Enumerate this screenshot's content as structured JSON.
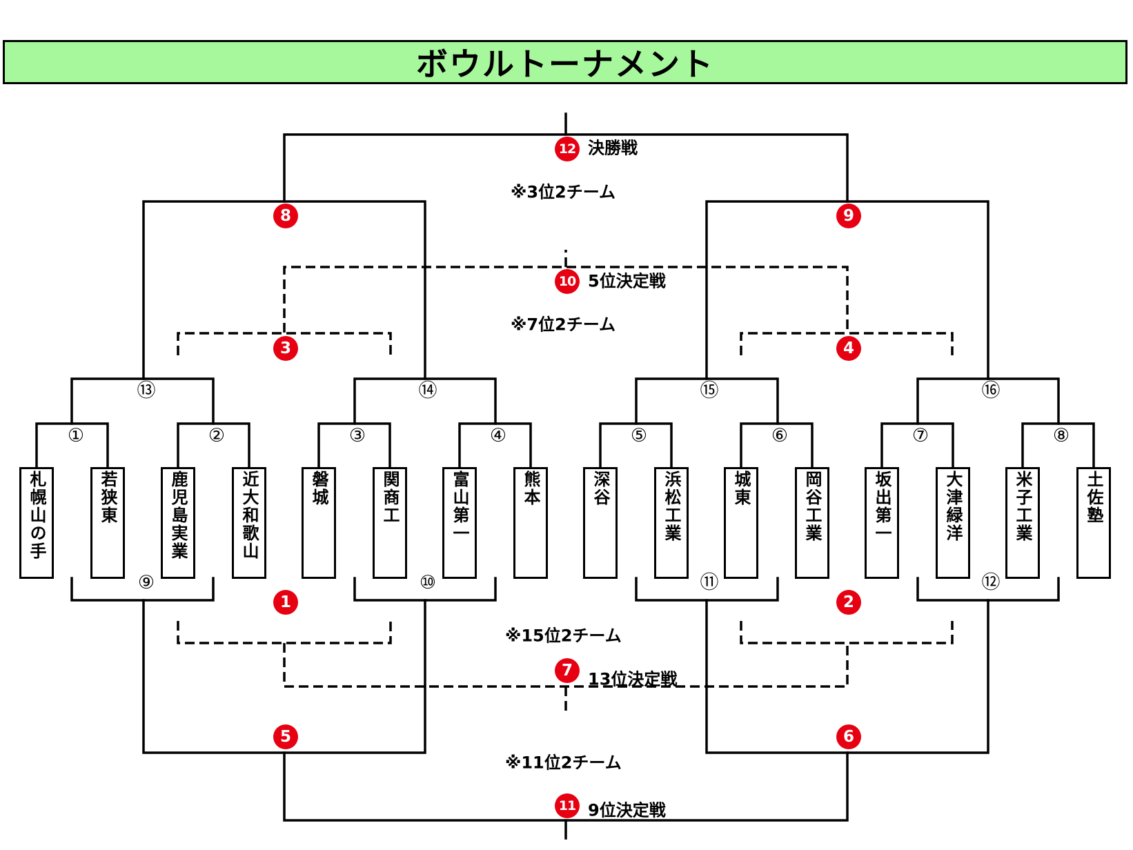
{
  "title": "ボウルトーナメント",
  "teams": [
    "札幌山の手",
    "若狭東",
    "鹿児島実業",
    "近大和歌山",
    "磐城",
    "関商工",
    "富山第一",
    "熊本",
    "深谷",
    "浜松工業",
    "城東",
    "岡谷工業",
    "坂出第一",
    "大津緑洋",
    "米子工業",
    "土佐塾"
  ],
  "first_round_matches": [
    "①",
    "②",
    "③",
    "④",
    "⑤",
    "⑥",
    "⑦",
    "⑧"
  ],
  "winners_quarterfinals": [
    "⑬",
    "⑭",
    "⑮",
    "⑯"
  ],
  "losers_second_round": [
    "⑨",
    "⑩",
    "⑪",
    "⑫"
  ],
  "semifinal_matches": [
    "8",
    "9"
  ],
  "final": {
    "number": "12",
    "label": "決勝戦"
  },
  "fifth_place": {
    "number": "10",
    "label": "5位決定戦"
  },
  "seventh_place_matches": [
    "3",
    "4"
  ],
  "consolation_first_matches": [
    "1",
    "2"
  ],
  "ninth_place_semis": [
    "5",
    "6"
  ],
  "ninth_place": {
    "number": "11",
    "label": "9位決定戦"
  },
  "thirteenth_place": {
    "number": "7",
    "label": "13位決定戦"
  },
  "notes": {
    "third": "※3位2チーム",
    "seventh": "※7位2チーム",
    "fifteenth": "※15位2チーム",
    "eleventh": "※11位2チーム"
  }
}
